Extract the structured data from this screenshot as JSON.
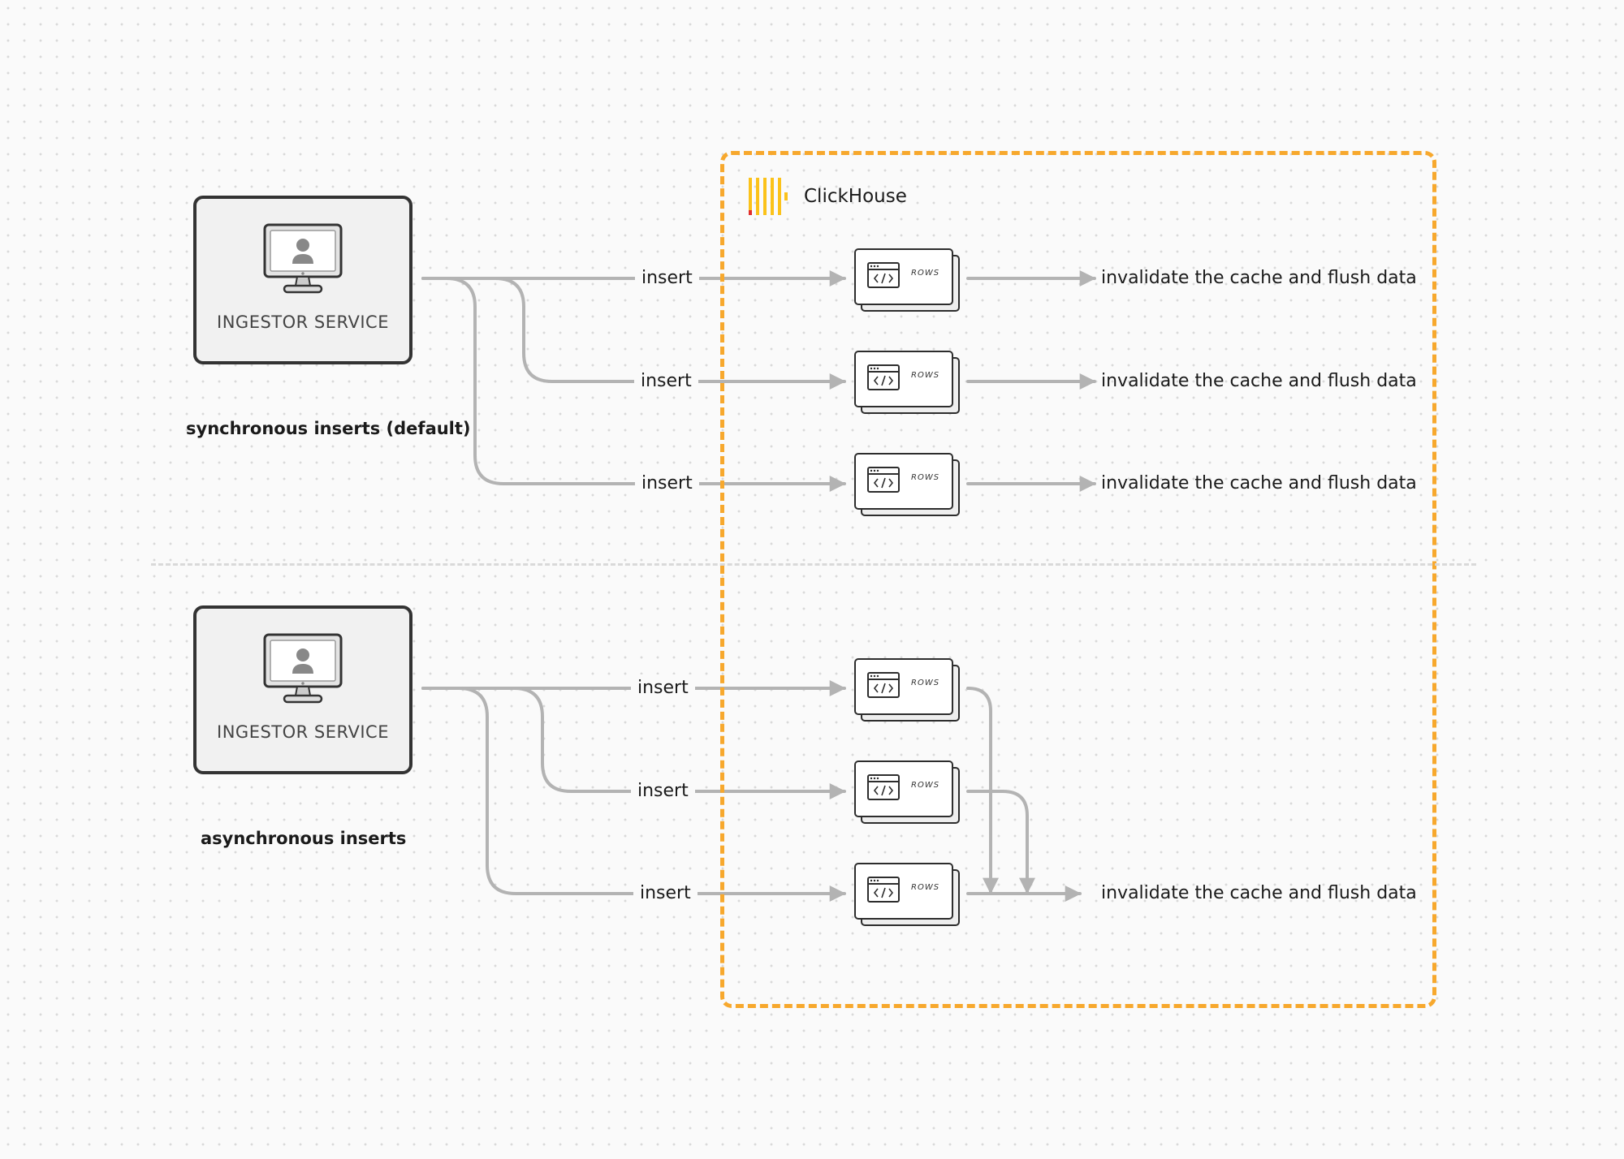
{
  "clickhouse": {
    "brand": "ClickHouse",
    "logo_color": "#fbc21a",
    "logo_accent": "#e22d2d",
    "frame_color": "#f7a82d"
  },
  "sync": {
    "title": "synchronous inserts (default)",
    "service_label": "INGESTOR SERVICE",
    "inserts": [
      "insert",
      "insert",
      "insert"
    ],
    "rows_label": "ROWS",
    "flushes": [
      "invalidate the cache and flush data",
      "invalidate the cache and flush data",
      "invalidate the cache and flush data"
    ]
  },
  "async": {
    "title": "asynchronous inserts",
    "service_label": "INGESTOR SERVICE",
    "inserts": [
      "insert",
      "insert",
      "insert"
    ],
    "rows_label": "ROWS",
    "flush": "invalidate the cache and flush data"
  },
  "colors": {
    "arrow": "#b3b3b3",
    "box_border": "#333333",
    "divider": "#d9d9d9"
  }
}
